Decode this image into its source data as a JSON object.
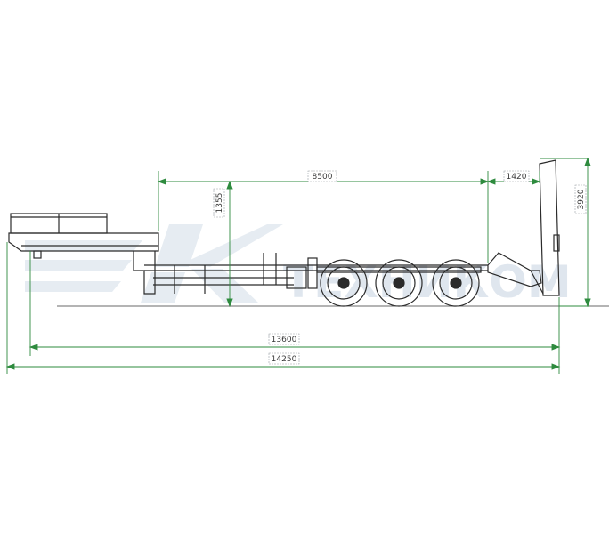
{
  "dimensions": {
    "deck_length": "8500",
    "gooseneck_length": "1420",
    "deck_height": "1355",
    "total_height": "3920",
    "frame_length": "13600",
    "overall_length": "14250"
  },
  "watermark": {
    "text": "ТЕХНИКОМ"
  },
  "colors": {
    "dimension_line": "#2e8b3e",
    "outline": "#2b2b2b",
    "watermark": "#dfe6ee",
    "dim_text": "#3a3a3a"
  }
}
